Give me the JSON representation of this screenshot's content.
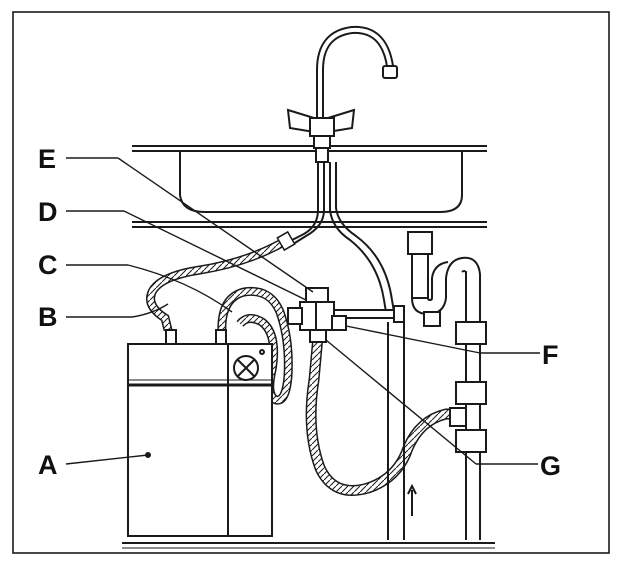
{
  "diagram": {
    "callouts": {
      "A": "A",
      "B": "B",
      "C": "C",
      "D": "D",
      "E": "E",
      "F": "F",
      "G": "G"
    },
    "colors": {
      "line": "#1a1a1a",
      "hose_fill": "#ffffff",
      "background": "#ffffff"
    }
  }
}
